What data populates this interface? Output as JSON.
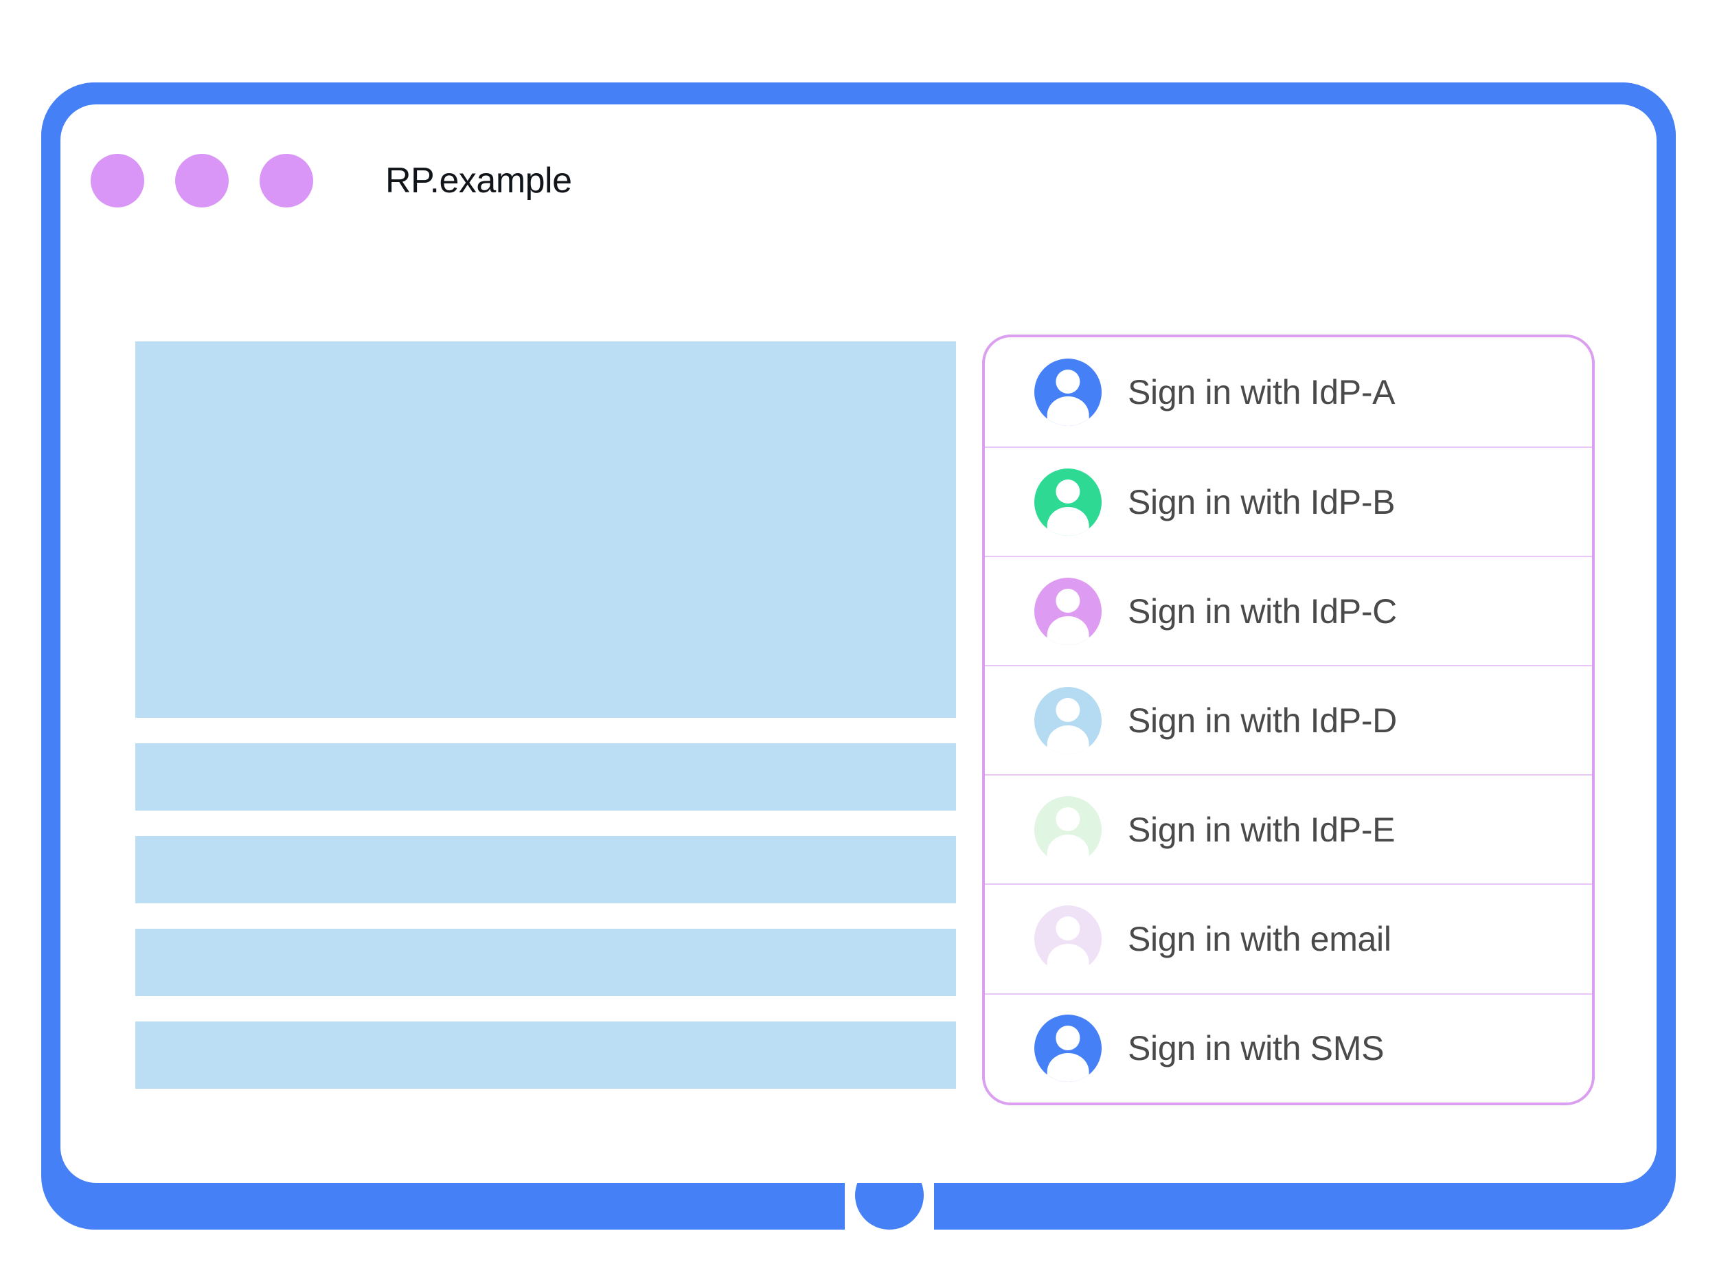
{
  "colors": {
    "frame_blue": "#4680F7",
    "window_dot_purple": "#D996F7",
    "placeholder_blue": "#BBDEF5",
    "panel_border": "#DA9FEE",
    "row_separator": "#E8C6F5",
    "title_text": "#111418",
    "label_text": "#4A4A4A"
  },
  "window": {
    "title": "RP.example",
    "dots": [
      {
        "name": "window-dot-1",
        "color": "#D996F7"
      },
      {
        "name": "window-dot-2",
        "color": "#D996F7"
      },
      {
        "name": "window-dot-3",
        "color": "#D996F7"
      }
    ]
  },
  "content": {
    "placeholders": [
      {
        "name": "hero-placeholder",
        "kind": "hero"
      },
      {
        "name": "text-placeholder-1",
        "kind": "bar"
      },
      {
        "name": "text-placeholder-2",
        "kind": "bar"
      },
      {
        "name": "text-placeholder-3",
        "kind": "bar"
      },
      {
        "name": "text-placeholder-4",
        "kind": "bar"
      }
    ]
  },
  "signin_panel": {
    "options": [
      {
        "label": "Sign in with IdP-A",
        "icon": "account-avatar-icon",
        "avatar_color": "#4680F7"
      },
      {
        "label": "Sign in with IdP-B",
        "icon": "account-avatar-icon",
        "avatar_color": "#2ED994"
      },
      {
        "label": "Sign in with IdP-C",
        "icon": "account-avatar-icon",
        "avatar_color": "#DD9BF2"
      },
      {
        "label": "Sign in with IdP-D",
        "icon": "account-avatar-icon",
        "avatar_color": "#B5DBF2"
      },
      {
        "label": "Sign in with IdP-E",
        "icon": "account-avatar-icon",
        "avatar_color": "#E0F5E2"
      },
      {
        "label": "Sign in with email",
        "icon": "account-avatar-icon",
        "avatar_color": "#EFE2F7"
      },
      {
        "label": "Sign in with SMS",
        "icon": "account-avatar-icon",
        "avatar_color": "#4680F7"
      }
    ]
  },
  "device": {
    "home_button": "home-button"
  }
}
